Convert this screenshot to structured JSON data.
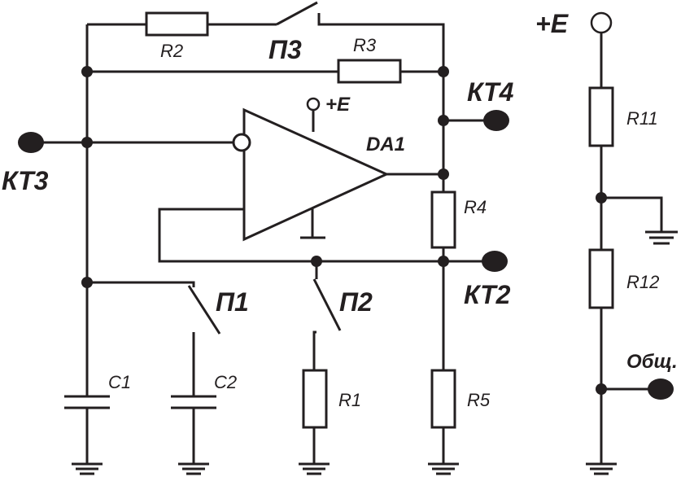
{
  "labels": {
    "R1": "R1",
    "R2": "R2",
    "R3": "R3",
    "R4": "R4",
    "R5": "R5",
    "R11": "R11",
    "R12": "R12",
    "C1": "C1",
    "C2": "C2",
    "P1": "П1",
    "P2": "П2",
    "P3": "П3",
    "KT2": "КТ2",
    "KT3": "КТ3",
    "KT4": "КТ4",
    "DA1": "DA1",
    "E_main": "+E",
    "E_opamp": "+E",
    "common": "Общ."
  },
  "colors": {
    "ink": "#231f20",
    "background": "#ffffff"
  }
}
